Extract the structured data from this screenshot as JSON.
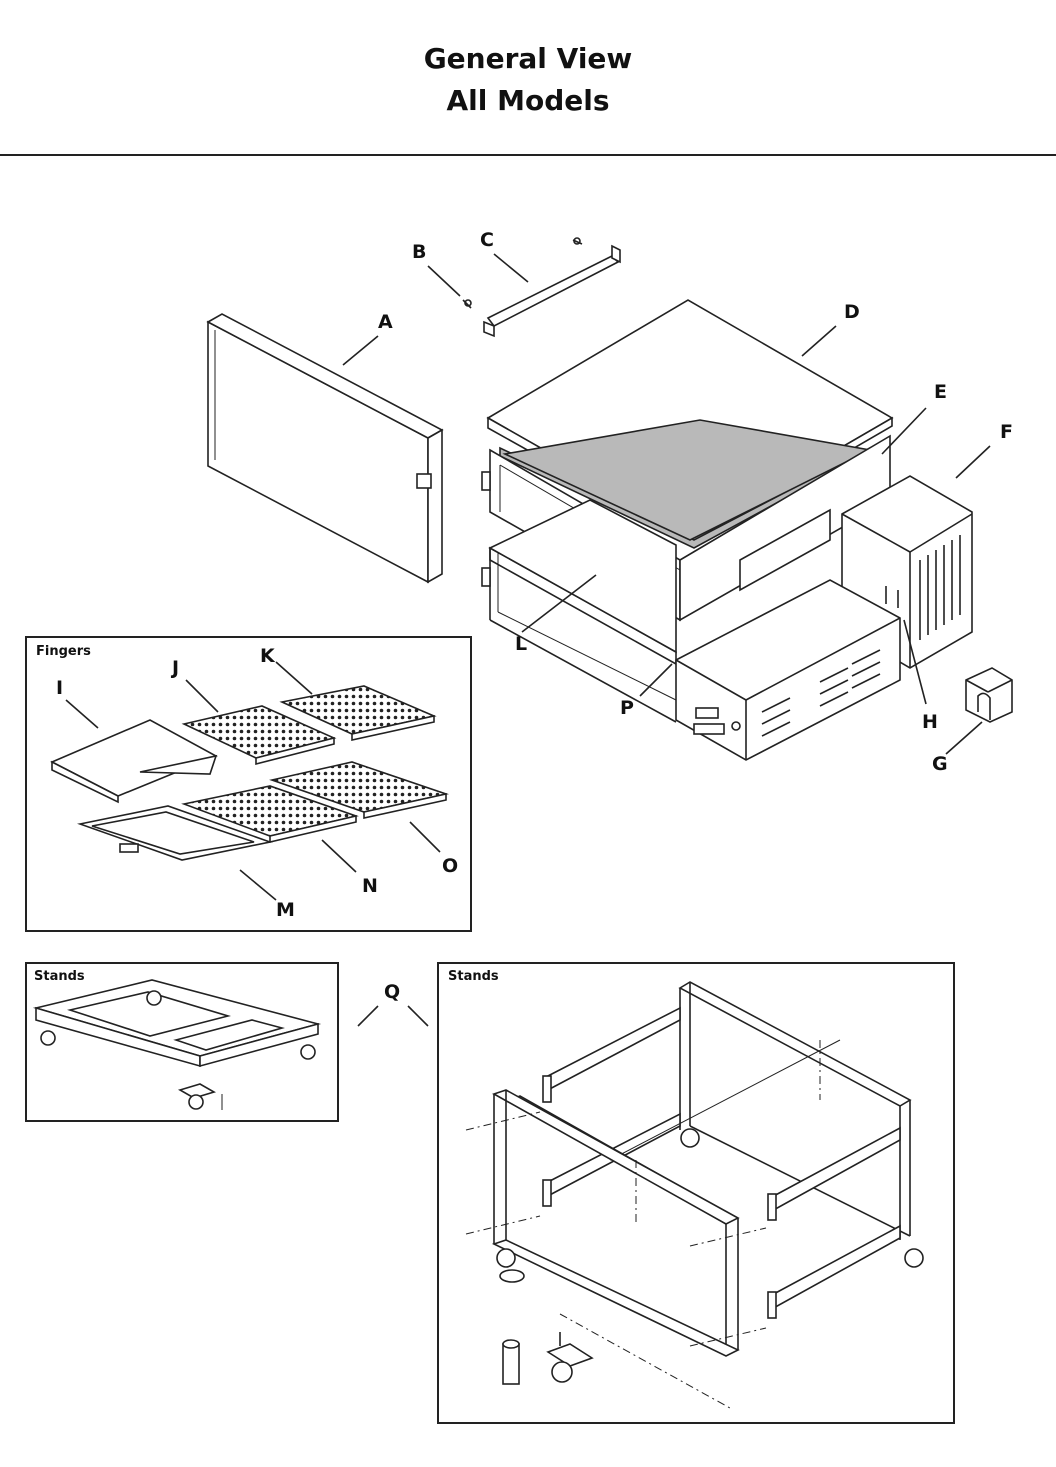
{
  "header": {
    "title_line1": "General View",
    "title_line2": "All Models"
  },
  "parts": {
    "A": "A",
    "B": "B",
    "C": "C",
    "D": "D",
    "E": "E",
    "F": "F",
    "G": "G",
    "H": "H",
    "I": "I",
    "J": "J",
    "K": "K",
    "L": "L",
    "M": "M",
    "N": "N",
    "O": "O",
    "P": "P",
    "Q": "Q"
  },
  "boxes": {
    "fingers": "Fingers",
    "stands_small": "Stands",
    "stands_large": "Stands"
  }
}
